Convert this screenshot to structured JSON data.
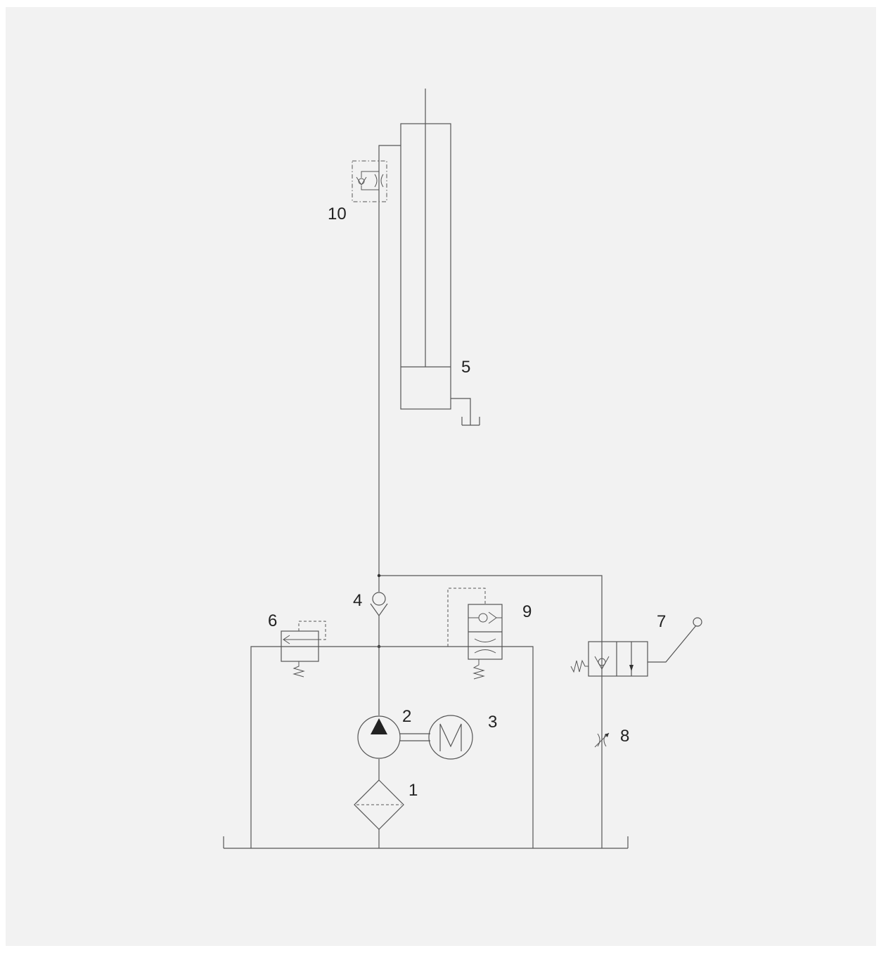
{
  "labels": {
    "filter": "1",
    "pump": "2",
    "motor": "3",
    "check_valve": "4",
    "cylinder": "5",
    "relief_valve": "6",
    "directional_valve": "7",
    "throttle_valve": "8",
    "sequence_valve": "9",
    "one_way_throttle": "10"
  },
  "colors": {
    "background": "#f2f2f2",
    "line": "#555555",
    "text": "#222222"
  }
}
